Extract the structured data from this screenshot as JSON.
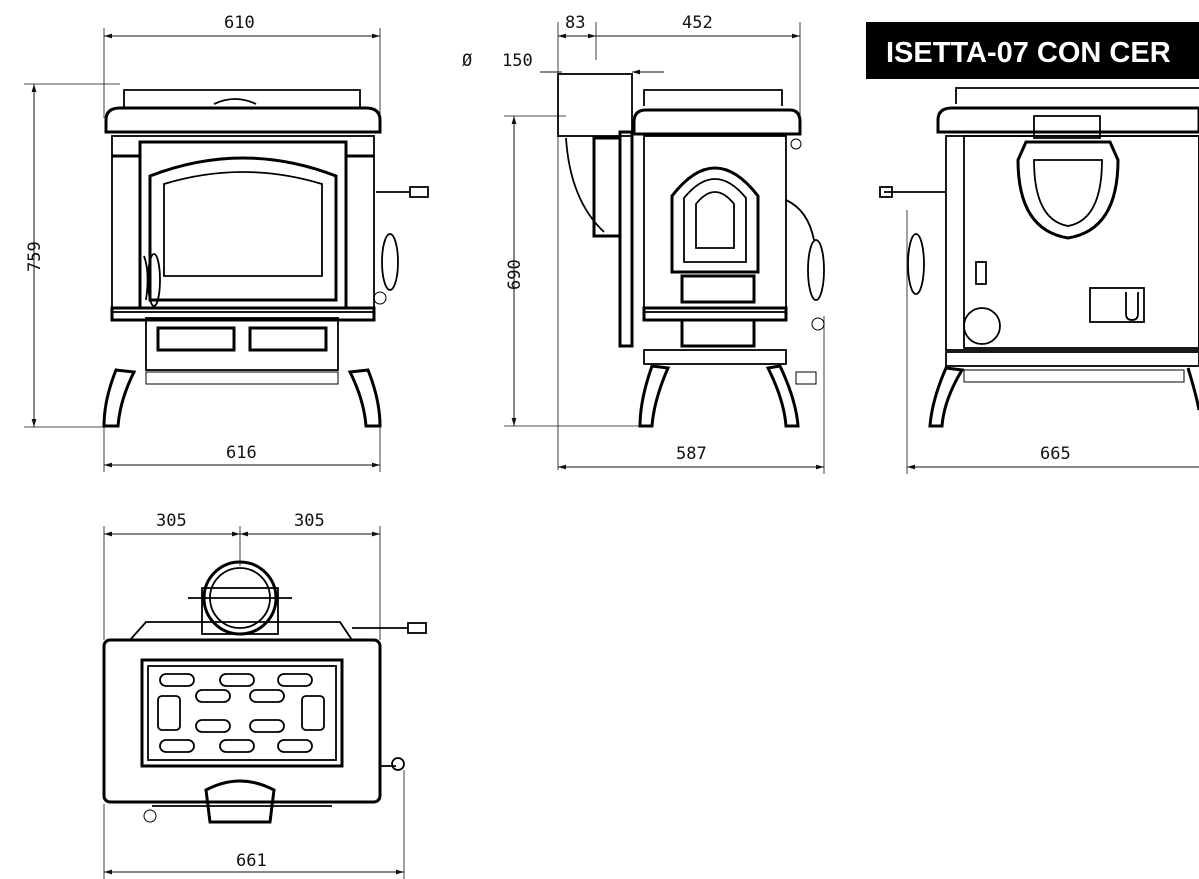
{
  "title": "ISETTA-07 CON CER",
  "dimensions": {
    "front_top_width": "610",
    "front_bottom_width": "616",
    "front_height": "759",
    "flue_diameter_symbol": "Ø",
    "flue_diameter": "150",
    "side_flue_offset": "83",
    "side_top_depth": "452",
    "side_flue_height": "690",
    "side_bottom_depth": "587",
    "rear_width": "665",
    "top_left_half": "305",
    "top_right_half": "305",
    "top_total_width": "661"
  },
  "colors": {
    "ink": "#000000",
    "paper": "#ffffff",
    "title_bg": "#000000",
    "title_fg": "#ffffff"
  }
}
